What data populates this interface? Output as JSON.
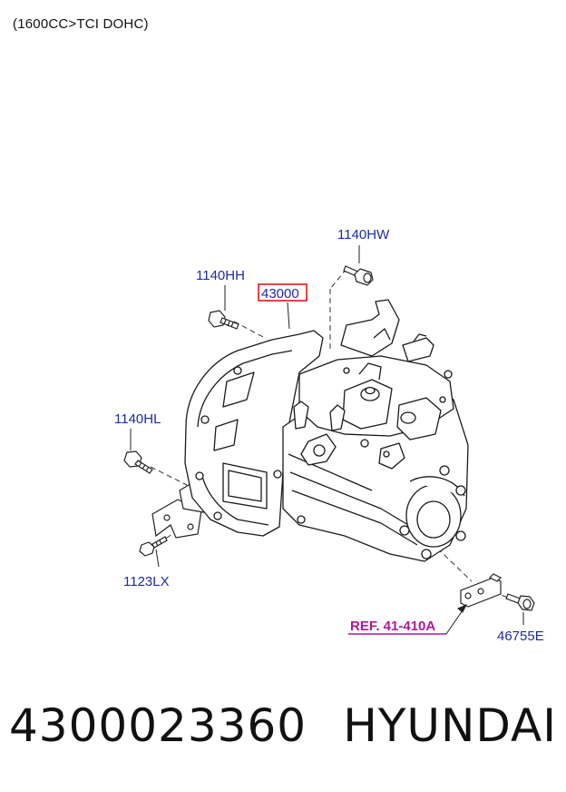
{
  "header": {
    "engine_spec": "(1600CC>TCI DOHC)"
  },
  "callouts": {
    "bolt_top": "1140HW",
    "bolt_upper_left": "1140HH",
    "assembly": "43000",
    "bolt_left": "1140HL",
    "bolt_lower_left": "1123LX",
    "reference": "REF. 41-410A",
    "bracket_bolt": "46755E"
  },
  "footer": {
    "part_number": "4300023360",
    "brand": "HYUNDAI"
  },
  "colors": {
    "label_blue": "#1d2aa8",
    "highlight_red": "#e01818",
    "reference_magenta": "#b0179a",
    "line_dark": "#222222"
  }
}
